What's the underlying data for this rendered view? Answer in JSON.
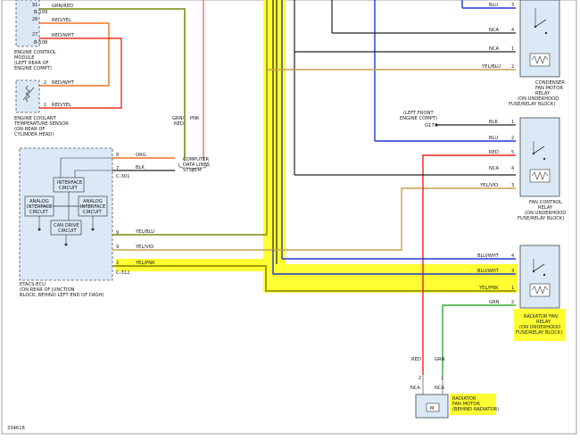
{
  "frame_id": "334618",
  "ecm": {
    "title_lines": [
      "ENGINE CONTROL",
      "MODULE",
      "(LEFT REAR OF",
      "ENGINE COMPT)"
    ],
    "pins": [
      {
        "pin": "91",
        "wire": "GRN/RED"
      },
      {
        "pin": "26",
        "wire": "RED/YEL"
      },
      {
        "pin": "27",
        "wire": "RED/WHT"
      }
    ],
    "connectors": [
      "B-109",
      "B-108"
    ]
  },
  "ects": {
    "title_lines": [
      "ENGINE COOLANT",
      "TEMPERATURE SENSOR",
      "(ON REAR OF",
      "CYLINDER HEAD)"
    ],
    "pins": [
      {
        "pin": "2",
        "wire": "RED/WHT"
      },
      {
        "pin": "1",
        "wire": "RED/YEL"
      }
    ]
  },
  "data_lines": {
    "wire_left": [
      "GRN/",
      "RED"
    ],
    "wire_right": "PNK",
    "title_lines": [
      "COMPUTER",
      "DATA LINES",
      "SYSTEM"
    ]
  },
  "etacs": {
    "interface": [
      "INTERFACE",
      "CIRCUIT"
    ],
    "analog_left": [
      "ANALOG",
      "INTERFACE",
      "CIRCUIT"
    ],
    "analog_right": [
      "ANALOG",
      "INTERFACE",
      "CIRCUIT"
    ],
    "can": [
      "CAN DRIVE",
      "CIRCUIT"
    ],
    "pins": [
      {
        "pin": "8",
        "wire": "ORG"
      },
      {
        "pin": "7",
        "wire": "BLK"
      },
      {
        "pin": "9",
        "wire": "YEL/BLU"
      },
      {
        "pin": "9",
        "wire": "YEL/VIO"
      },
      {
        "pin": "2",
        "wire": "YEL/PNK"
      }
    ],
    "connectors": [
      "C-301",
      "C-312"
    ],
    "title_lines": [
      "ETACS-ECU",
      "(ON REAR OF JUNCTION",
      "BLOCK, BEHIND LEFT END OF DASH)"
    ]
  },
  "condenser_relay": {
    "pins": [
      {
        "pin": "3",
        "wire": "BLU"
      },
      {
        "pin": "4",
        "wire": "NCA"
      },
      {
        "pin": "1",
        "wire": "NCA"
      },
      {
        "pin": "2",
        "wire": "YEL/BLU"
      }
    ],
    "title_lines": [
      "CONDENSER",
      "FAN MOTOR",
      "RELAY",
      "(ON UNDERHOOD",
      "FUSE/RELAY BLOCK)"
    ]
  },
  "ground": {
    "lines": [
      "(LEFT FRONT",
      "ENGINE COMPT)"
    ],
    "id": "G17"
  },
  "fan_control_relay": {
    "pins": [
      {
        "pin": "1",
        "wire": "BLK"
      },
      {
        "pin": "2",
        "wire": "BLU"
      },
      {
        "pin": "5",
        "wire": "RED"
      },
      {
        "pin": "4",
        "wire": "NCA"
      },
      {
        "pin": "3",
        "wire": "YEL/VIO"
      }
    ],
    "title_lines": [
      "FAN CONTROL",
      "RELAY",
      "(ON UNDERHOOD",
      "FUSE/RELAY BLOCK)"
    ]
  },
  "radiator_relay": {
    "pins": [
      {
        "pin": "4",
        "wire": "BLU/WHT"
      },
      {
        "pin": "3",
        "wire": "BLU/WHT"
      },
      {
        "pin": "1",
        "wire": "YEL/PNK"
      },
      {
        "pin": "2",
        "wire": "GRN"
      }
    ],
    "title_lines": [
      "RADIATOR FAN",
      "RELAY",
      "(ON UNDERHOOD",
      "FUSE/RELAY BLOCK)"
    ]
  },
  "fan_motor": {
    "wires": [
      "RED",
      "GRN"
    ],
    "pins": [
      {
        "pin": "2",
        "label": "NCA"
      },
      {
        "pin": "1",
        "label": "NCA"
      }
    ],
    "symbol": "M",
    "title_lines": [
      "RADIATOR",
      "FAN MOTOR",
      "(BEHIND RADIATOR)"
    ]
  },
  "colors": {
    "highlight": "#ffff33",
    "module_fill": "#dbe9f6",
    "wire_blue": "#2233dd",
    "wire_red": "#ee2222",
    "wire_orange": "#f07020",
    "wire_green": "#33aa33",
    "wire_olive": "#7a8a10",
    "wire_tan": "#c8a050",
    "wire_pink": "#f08080"
  }
}
